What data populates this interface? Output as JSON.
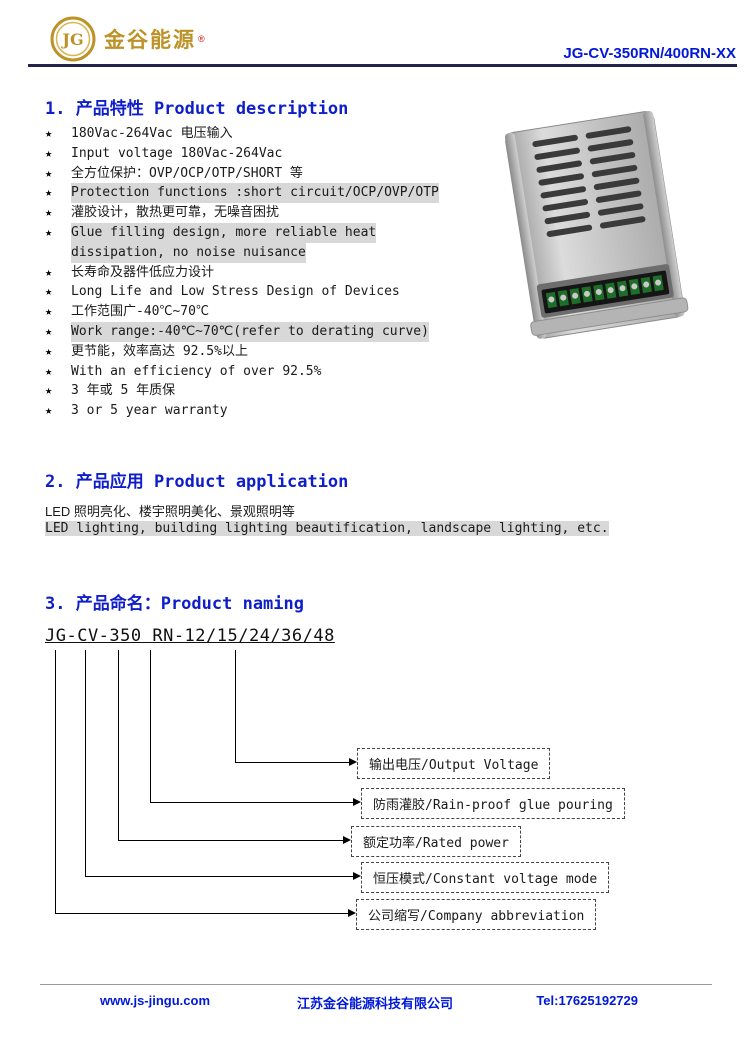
{
  "header": {
    "logo_text": "金谷能源",
    "logo_monogram": "JG",
    "reg_mark": "®",
    "model": "JG-CV-350RN/400RN-XX"
  },
  "section1": {
    "title": "1. 产品特性 Product description",
    "star": "★",
    "items": [
      {
        "text": "180Vac-264Vac 电压输入"
      },
      {
        "text": "Input voltage 180Vac-264Vac"
      },
      {
        "text": "全方位保护：OVP/OCP/OTP/SHORT 等"
      },
      {
        "text": "Protection functions :short circuit/OCP/OVP/OTP"
      },
      {
        "text": "灌胶设计，散热更可靠，无噪音困扰"
      },
      {
        "text": "Glue filling design, more reliable heat"
      },
      {
        "text": "dissipation, no noise nuisance"
      },
      {
        "text": "长寿命及器件低应力设计"
      },
      {
        "text": "Long Life and Low Stress Design of Devices"
      },
      {
        "text": "工作范围广-40℃~70℃"
      },
      {
        "text": "Work range:-40℃~70℃(refer to derating curve)"
      },
      {
        "text": "更节能，效率高达 92.5%以上"
      },
      {
        "text": "With an efficiency of over 92.5%"
      },
      {
        "text": "3 年或 5 年质保"
      },
      {
        "text": "3 or 5 year warranty"
      }
    ]
  },
  "section2": {
    "title": "2. 产品应用 Product application",
    "line1": "LED 照明亮化、楼宇照明美化、景观照明等",
    "line2": "LED lighting, building lighting beautification, landscape lighting, etc."
  },
  "section3": {
    "title": "3. 产品命名：Product naming",
    "naming": "JG-CV-350 RN-12/15/24/36/48",
    "labels": [
      "输出电压/Output Voltage",
      "防雨灌胶/Rain-proof glue pouring",
      "额定功率/Rated power",
      "恒压模式/Constant voltage mode",
      "公司缩写/Company abbreviation"
    ]
  },
  "footer": {
    "website": "www.js-jingu.com",
    "company": "江苏金谷能源科技有限公司",
    "tel": "Tel:17625192729"
  },
  "colors": {
    "heading_blue": "#0f1ec9",
    "model_blue": "#0018d8",
    "highlight_gray": "#d8d8d8",
    "logo_gold": "#bd9327"
  }
}
